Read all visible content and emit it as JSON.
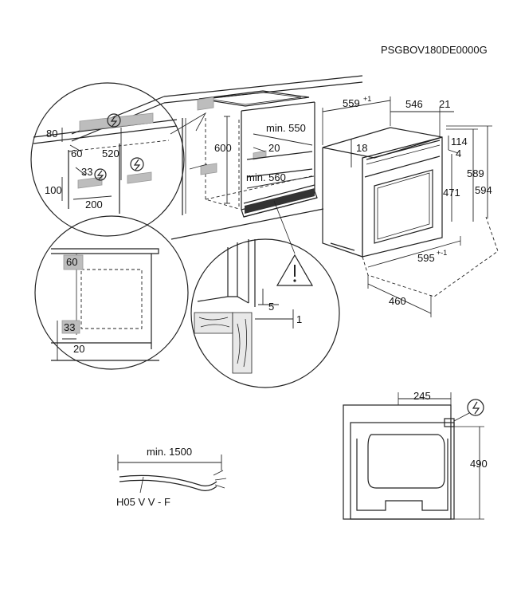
{
  "product_code": "PSGBOV180DE0000G",
  "dimensions": {
    "d_559": "559",
    "d_559_tol": "+1",
    "d_546": "546",
    "d_21": "21",
    "d_114": "114",
    "d_4": "4",
    "d_18": "18",
    "d_471": "471",
    "d_589": "589",
    "d_594": "594",
    "d_595": "595",
    "d_595_tol": "+-1",
    "d_460": "460",
    "d_600": "600",
    "d_min550": "min. 550",
    "d_20_cab": "20",
    "d_min560": "min. 560",
    "d_80": "80",
    "d_60_top": "60",
    "d_520": "520",
    "d_33": "33",
    "d_100": "100",
    "d_200": "200",
    "d_60_circle": "60",
    "d_33_circle": "33",
    "d_20_circle": "20",
    "d_5": "5",
    "d_1": "1",
    "d_245": "245",
    "d_490": "490",
    "d_min1500": "min. 1500"
  },
  "cable_type": "H05 V V - F",
  "icons": [
    "electric-plug-icon",
    "warning-icon"
  ]
}
